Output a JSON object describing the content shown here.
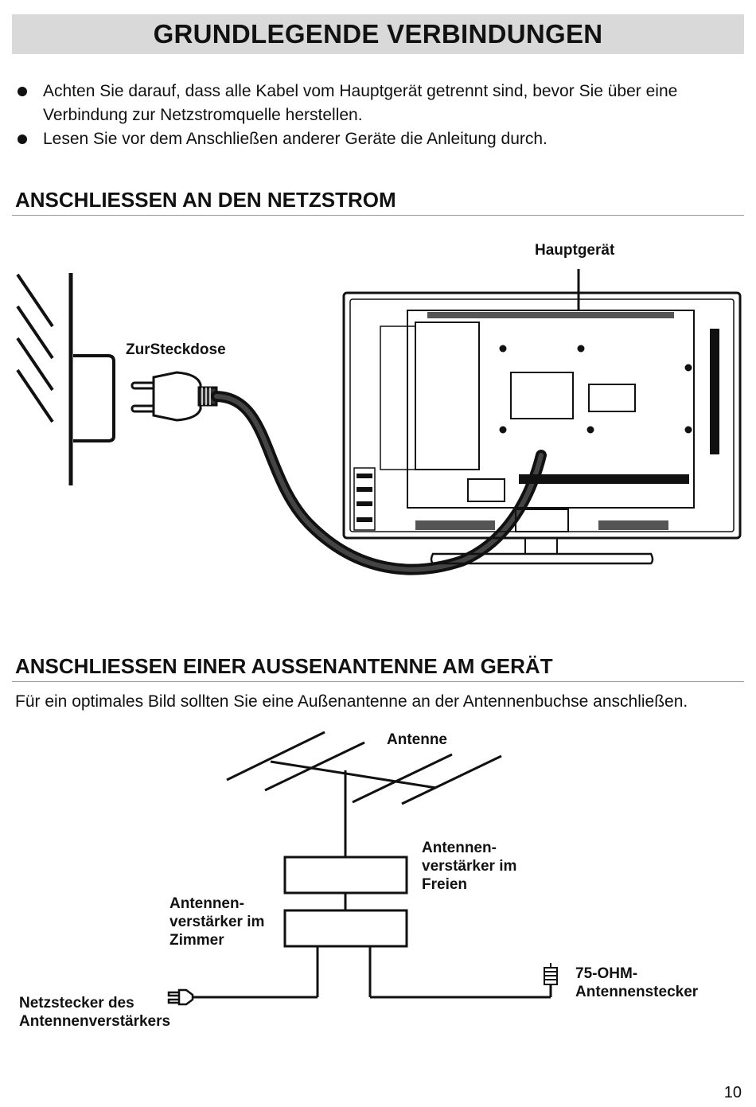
{
  "page": {
    "title": "GRUNDLEGENDE VERBINDUNGEN",
    "bullets": [
      "Achten Sie darauf, dass alle Kabel vom Hauptgerät getrennt sind, bevor Sie über eine Verbindung zur Netzstromquelle herstellen.",
      "Lesen Sie vor dem Anschließen anderer Geräte die Anleitung durch."
    ],
    "page_number": "10"
  },
  "power_section": {
    "heading": "ANSCHLIESSEN AN DEN NETZSTROM",
    "label_main_unit": "Hauptgerät",
    "label_socket": "ZurSteckdose"
  },
  "antenna_section": {
    "heading": "ANSCHLIESSEN EINER AUSSENANTENNE AM GERÄT",
    "intro": "Für ein optimales Bild sollten Sie eine Außenantenne an der Antennenbuchse anschließen.",
    "label_antenna": "Antenne",
    "label_outdoor_amp_1": "Antennen-",
    "label_outdoor_amp_2": "verstärker im",
    "label_outdoor_amp_3": "Freien",
    "label_indoor_amp_1": "Antennen-",
    "label_indoor_amp_2": "verstärker im",
    "label_indoor_amp_3": "Zimmer",
    "label_plug_1": "Netzstecker des",
    "label_plug_2": "Antennenverstärkers",
    "label_connector_1": "75-OHM-",
    "label_connector_2": "Antennenstecker"
  }
}
